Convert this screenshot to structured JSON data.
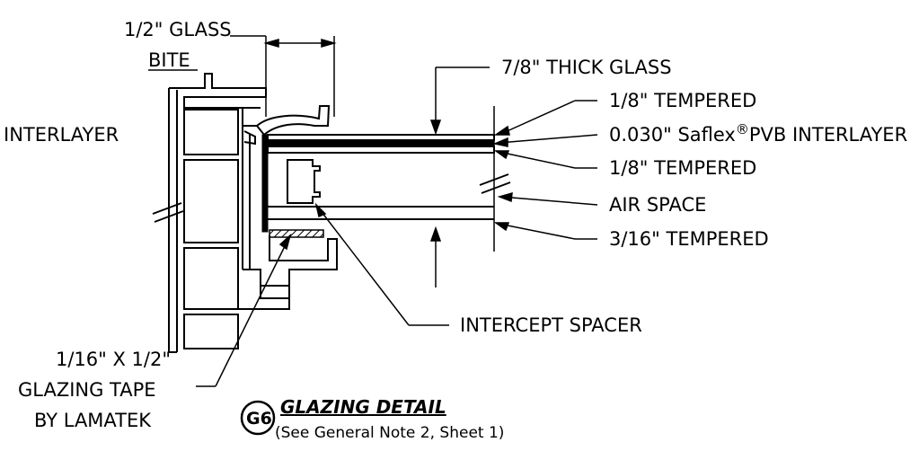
{
  "labels": {
    "glass_bite_line1": "1/2\" GLASS",
    "glass_bite_line2": "BITE",
    "interlayer_left": "INTERLAYER",
    "thick_glass": "7/8\" THICK GLASS",
    "tempered_top": "1/8\" TEMPERED",
    "pvb_prefix": "0.030\" Saflex",
    "pvb_mark": "®",
    "pvb_suffix": "PVB INTERLAYER",
    "tempered_mid": "1/8\" TEMPERED",
    "air_space": "AIR SPACE",
    "tempered_bottom": "3/16\" TEMPERED",
    "intercept_spacer": "INTERCEPT SPACER",
    "tape_line1": "1/16\" X 1/2\"",
    "tape_line2": "GLAZING TAPE",
    "tape_line3": "BY LAMATEK"
  },
  "detail": {
    "tag": "G6",
    "title": "GLAZING DETAIL",
    "note": "(See General Note 2, Sheet 1)"
  }
}
